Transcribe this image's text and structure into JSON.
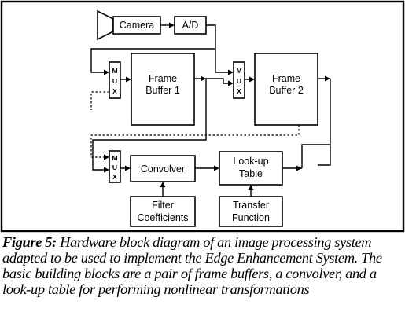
{
  "diagram": {
    "blocks": {
      "camera": "Camera",
      "ad": "A/D",
      "frame_buffer_1": [
        "Frame",
        "Buffer 1"
      ],
      "frame_buffer_2": [
        "Frame",
        "Buffer 2"
      ],
      "convolver": "Convolver",
      "lookup_table": [
        "Look-up",
        "Table"
      ],
      "filter_coefficients": [
        "Filter",
        "Coefficients"
      ],
      "transfer_function": [
        "Transfer",
        "Function"
      ]
    },
    "mux_label": [
      "M",
      "U",
      "X"
    ]
  },
  "caption": {
    "label": "Figure 5:",
    "text": " Hardware block diagram of an image processing system adapted to be used to implement the Edge Enhancement System. The basic building blocks are a pair of frame buffers, a convolver, and a look-up table for performing nonlinear transformations"
  }
}
